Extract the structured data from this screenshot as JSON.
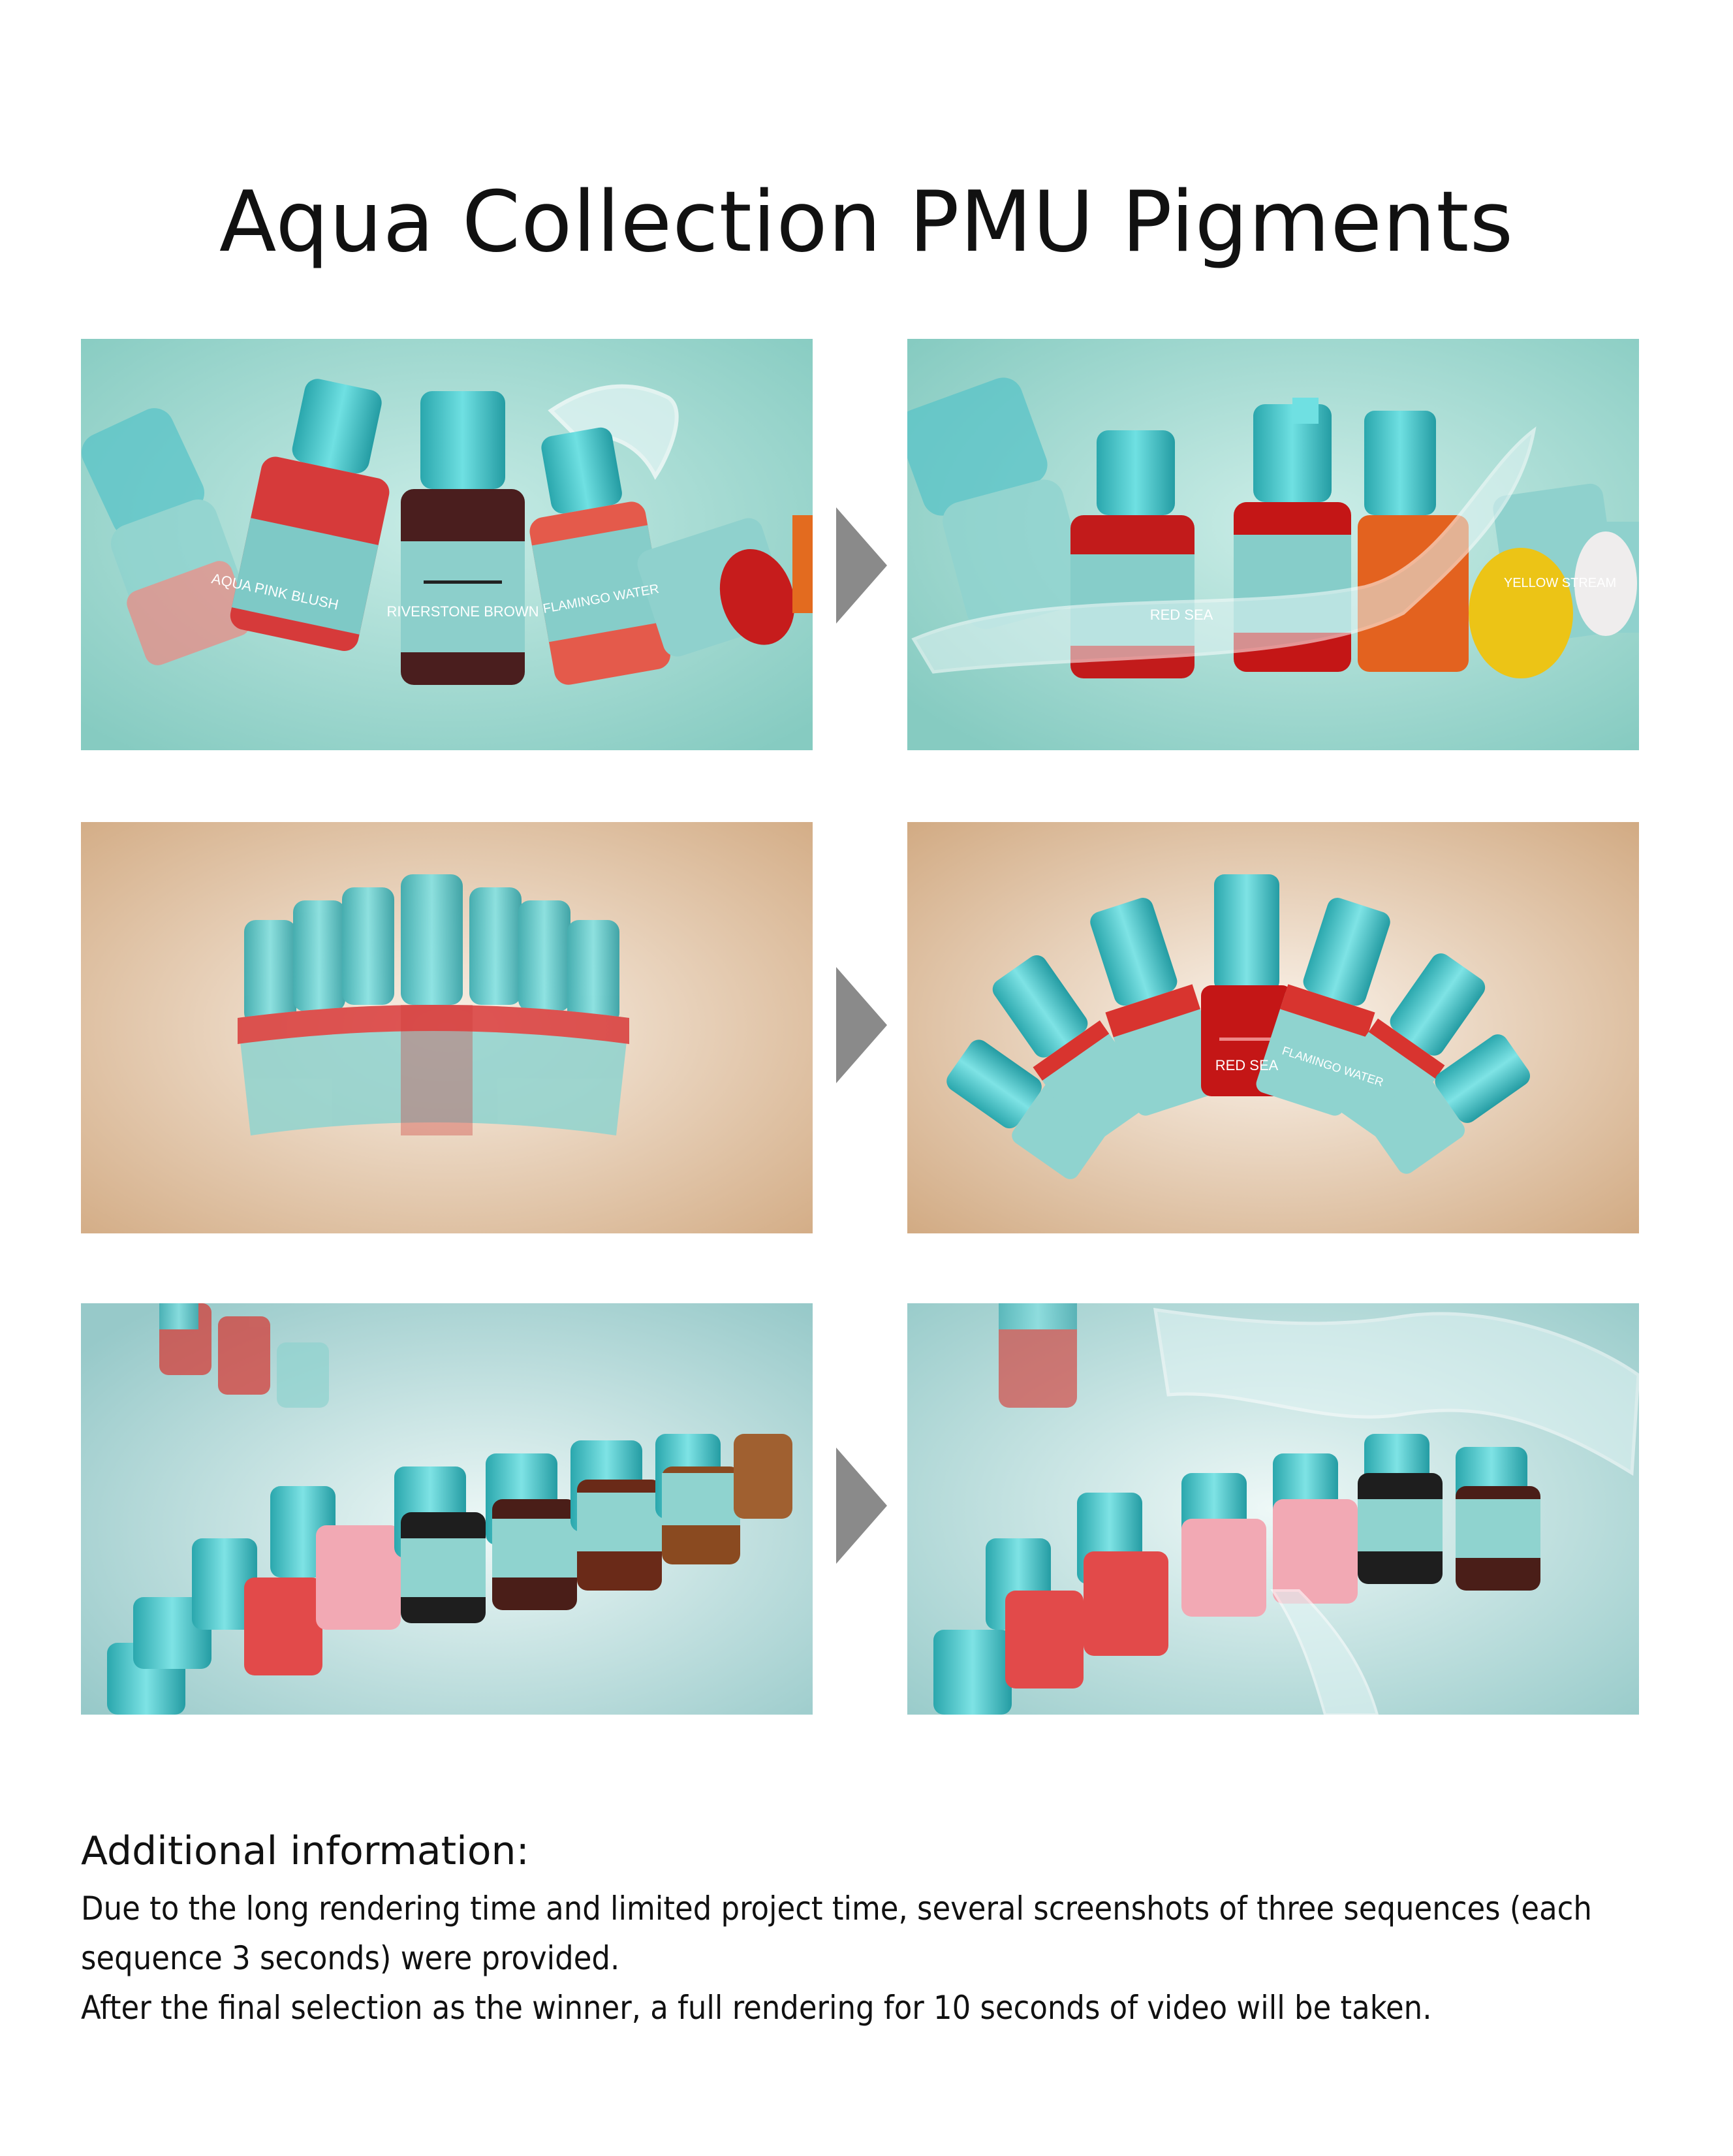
{
  "title": "Aqua Collection PMU Pigments",
  "colors": {
    "aqua_bg": "#9ed7cf",
    "beige_bg": "#d8b48f",
    "teal_bg": "#a9d3d3",
    "bottle_cap": "#3fbfc4",
    "arrow": "#8a8a8a"
  },
  "sequences": [
    {
      "frames": [
        {
          "name": "sequence-1-frame-1",
          "bottle_labels": [
            "AQUA PINK BLUSH",
            "RIVERSTONE BROWN",
            "FLAMINGO WATER"
          ]
        },
        {
          "name": "sequence-1-frame-2",
          "bottle_labels": [
            "RED SEA",
            "YELLOW STREAM"
          ]
        }
      ]
    },
    {
      "frames": [
        {
          "name": "sequence-2-frame-1",
          "bottle_labels": []
        },
        {
          "name": "sequence-2-frame-2",
          "bottle_labels": [
            "RED SEA",
            "FLAMINGO WATER"
          ]
        }
      ]
    },
    {
      "frames": [
        {
          "name": "sequence-3-frame-1",
          "bottle_labels": []
        },
        {
          "name": "sequence-3-frame-2",
          "bottle_labels": []
        }
      ]
    }
  ],
  "arrow_icon": "triangle-right-icon",
  "info": {
    "heading": "Additional information:",
    "lines": [
      "Due to the long rendering time and limited project time, several screenshots of three sequences (each sequence 3 seconds) were provided.",
      "After the final selection as the winner, a full rendering for 10 seconds of video will be taken."
    ]
  }
}
